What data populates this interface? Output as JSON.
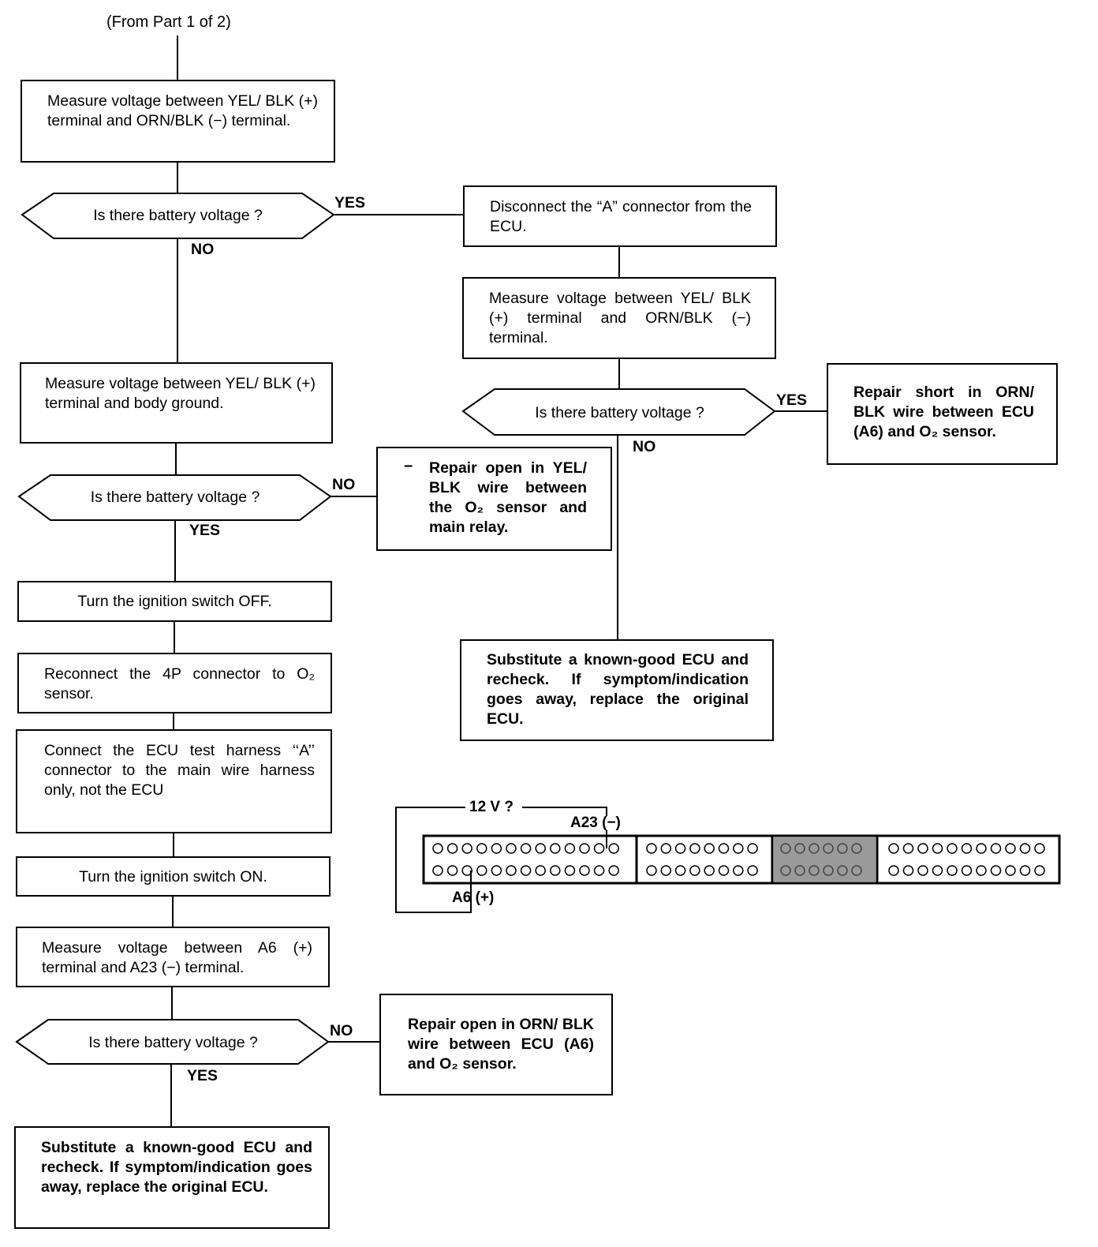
{
  "header": {
    "from_part": "(From Part 1 of 2)"
  },
  "left": {
    "step1": "Measure voltage between YEL/ BLK (+) terminal and ORN/BLK (−) terminal.",
    "decision1": {
      "question": "Is there battery voltage ?",
      "yes": "YES",
      "no": "NO"
    },
    "step2": "Measure voltage between YEL/ BLK (+) terminal and body ground.",
    "decision2": {
      "question": "Is there battery voltage ?",
      "no": "NO",
      "yes": "YES"
    },
    "step3": "Turn the ignition switch OFF.",
    "step4": "Reconnect the 4P connector to O₂ sensor.",
    "step5": "Connect the ECU test harness ‘‘A’’ connector to the main wire harness only, not the ECU",
    "step6": "Turn the ignition switch ON.",
    "step7": "Measure voltage between A6 (+) terminal and A23 (−) terminal.",
    "decision3": {
      "question": "Is there battery voltage ?",
      "no": "NO",
      "yes": "YES"
    },
    "result_final": "Substitute a known-good ECU and recheck. If symptom/indication goes away, replace the original ECU."
  },
  "middle": {
    "repair_open_yel": "Repair open in YEL/ BLK wire between the O₂ sensor and main relay.",
    "repair_open_yel_dash": "−",
    "repair_open_orn": "Repair open in ORN/ BLK wire between ECU (A6) and O₂ sensor."
  },
  "right": {
    "step_disconnect": "Disconnect the “A” connector from the ECU.",
    "step_measure": "Measure voltage between YEL/ BLK (+) terminal and ORN/BLK (−) terminal.",
    "decision": {
      "question": "Is there battery voltage ?",
      "yes": "YES",
      "no": "NO"
    },
    "repair_short": "Repair short in ORN/ BLK wire between ECU (A6) and O₂ sensor.",
    "substitute": "Substitute a known-good ECU and recheck. If symptom/indication goes away, replace the original ECU."
  },
  "connector": {
    "meter_label": "12 V ?",
    "neg_label": "A23 (−)",
    "pos_label": "A6 (+)"
  }
}
